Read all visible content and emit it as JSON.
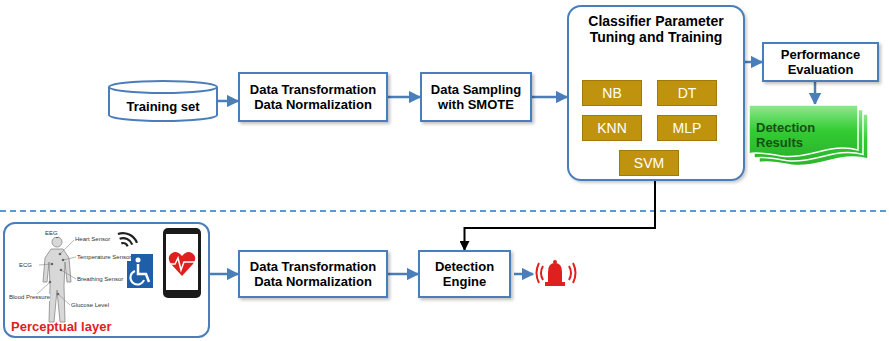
{
  "diagram": {
    "nodes": [
      {
        "text": [
          "Training set"
        ]
      },
      {
        "text": [
          "Data Transformation Data Normalization"
        ]
      },
      {
        "text": [
          "Data Sampling with SMOTE"
        ]
      },
      {
        "text": [
          "Classifier Parameter Tuning and Training"
        ]
      },
      {
        "text": [
          "NB"
        ],
        "in": 3
      },
      {
        "text": [
          "DT"
        ],
        "in": 3
      },
      {
        "text": [
          "KNN"
        ],
        "in": 3
      },
      {
        "text": [
          "MLP"
        ],
        "in": 3
      },
      {
        "text": [
          "SVM"
        ],
        "in": 3
      },
      {
        "text": [
          "Performance Evaluation"
        ]
      },
      {
        "text": [
          "Detection Results"
        ]
      },
      {
        "text": [
          "Perceptual layer"
        ]
      },
      {
        "text": [
          "Data Transformation Data Normalization"
        ]
      },
      {
        "text": [
          "Detection Engine"
        ]
      }
    ],
    "edges": [
      {
        "from": 0,
        "to": 1,
        "arrow": "to"
      },
      {
        "from": 1,
        "to": 2,
        "arrow": "to"
      },
      {
        "from": 2,
        "to": 3,
        "arrow": "to"
      },
      {
        "from": 3,
        "to": 9,
        "arrow": "to"
      },
      {
        "from": 9,
        "to": 10,
        "arrow": "to"
      },
      {
        "from": 3,
        "to": 13,
        "arrow": "to"
      },
      {
        "from": 11,
        "to": 12,
        "arrow": "to"
      },
      {
        "from": 12,
        "to": 13,
        "arrow": "to"
      }
    ],
    "labels": [
      "EEG",
      "Heart Sensor",
      "Temperature Sensor",
      "ECG",
      "Breathing Sensor",
      "Blood Pressure",
      "Glucose Level"
    ]
  }
}
